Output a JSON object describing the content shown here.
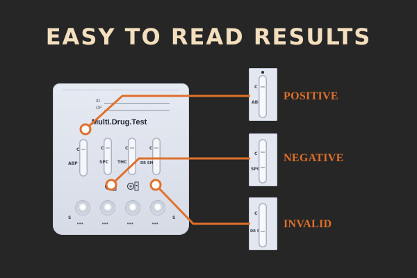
{
  "headline": "EASY TO READ RESULTS",
  "colors": {
    "background": "#262626",
    "headline": "#f3dfbd",
    "accent": "#e0702a"
  },
  "card": {
    "field_id": "ID",
    "field_date": "OP",
    "brand": "Multi.Drug.Test",
    "strips": [
      {
        "c_label": "C",
        "drug": "ABP"
      },
      {
        "c_label": "C",
        "drug": "SPC"
      },
      {
        "c_label": "C",
        "drug": "THC"
      },
      {
        "c_label": "C",
        "drug": "DR SM"
      }
    ],
    "sample_left": "S",
    "sample_right": "S",
    "drops": [
      "•••",
      "•••",
      "•••",
      "•••"
    ]
  },
  "results": [
    {
      "label": "POSITIVE",
      "c_label": "C",
      "drug": "ABP"
    },
    {
      "label": "NEGATIVE",
      "c_label": "C",
      "drug": "SPC"
    },
    {
      "label": "INVALID",
      "c_label": "C",
      "drug": "DR SM"
    }
  ]
}
